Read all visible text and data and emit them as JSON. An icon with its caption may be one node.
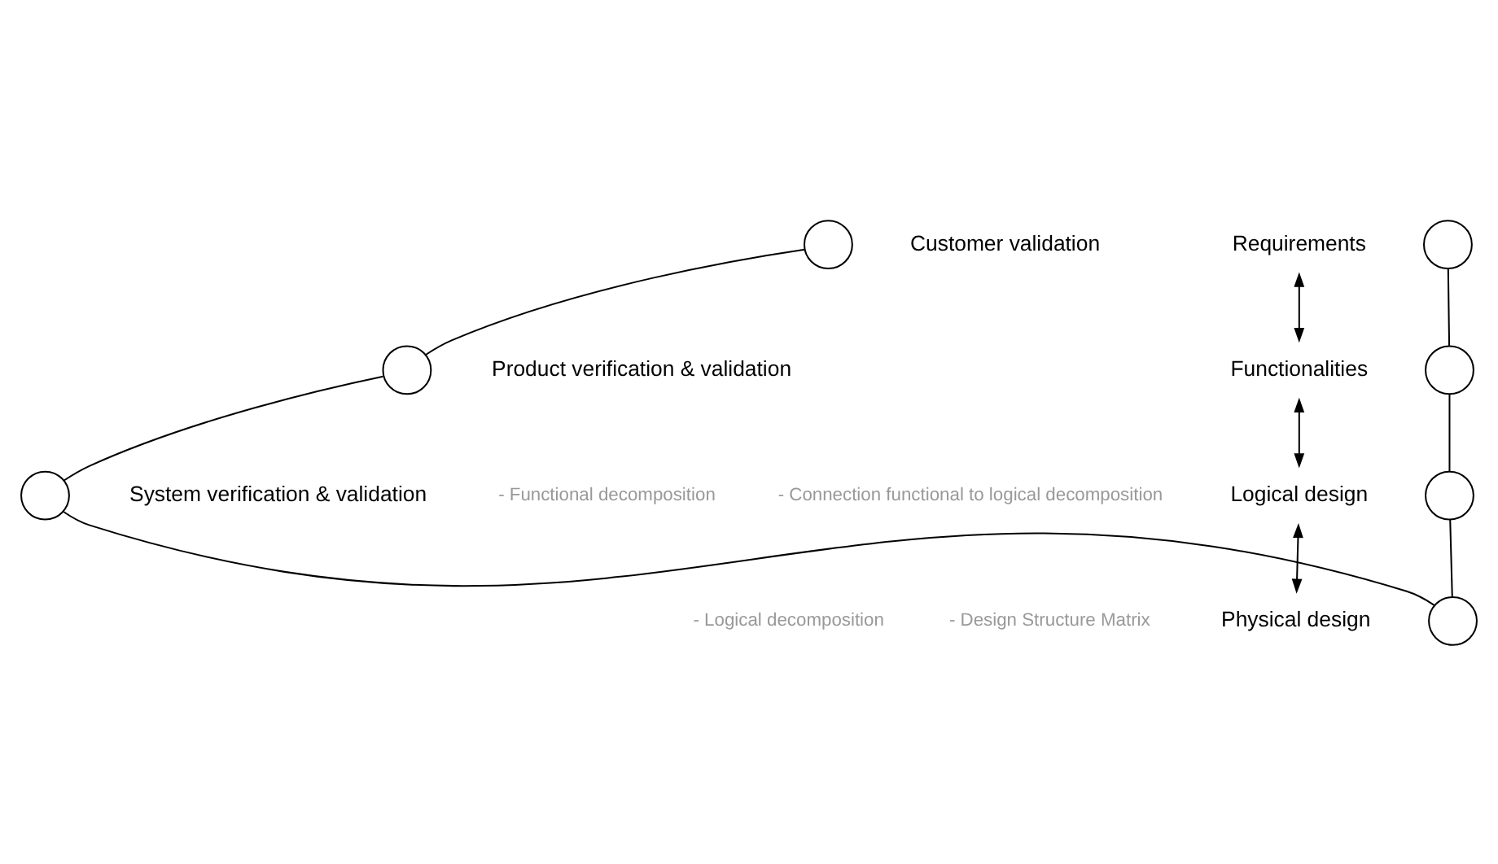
{
  "diagram": {
    "nodes": [
      {
        "text": [],
        "shape": "circle"
      },
      {
        "text": [],
        "shape": "circle"
      },
      {
        "text": [],
        "shape": "circle"
      },
      {
        "text": [],
        "shape": "circle"
      },
      {
        "text": [],
        "shape": "circle"
      },
      {
        "text": [],
        "shape": "circle"
      },
      {
        "text": [],
        "shape": "circle"
      },
      {
        "text": [
          "Requirements"
        ]
      },
      {
        "text": [
          "Functionalities"
        ]
      },
      {
        "text": [
          "Logical design"
        ]
      },
      {
        "text": [
          "Physical design"
        ]
      }
    ],
    "edges": [
      {
        "from": 0,
        "to": 1,
        "arrow": "none"
      },
      {
        "from": 1,
        "to": 2,
        "arrow": "none"
      },
      {
        "from": 2,
        "to": 3,
        "arrow": "none"
      },
      {
        "from": 3,
        "to": 4,
        "arrow": "none"
      },
      {
        "from": 4,
        "to": 5,
        "arrow": "none"
      },
      {
        "from": 5,
        "to": 6,
        "arrow": "none"
      },
      {
        "from": 7,
        "to": 8,
        "arrow": "both"
      },
      {
        "from": 8,
        "to": 9,
        "arrow": "both"
      },
      {
        "from": 9,
        "to": 10,
        "arrow": "both"
      }
    ],
    "labels": [
      "Customer validation",
      "Product verification & validation",
      "- Functional decomposition",
      "- Connection functional to logical decomposition",
      "System verification & validation",
      "- Logical decomposition",
      "- Design Structure Matrix"
    ]
  }
}
